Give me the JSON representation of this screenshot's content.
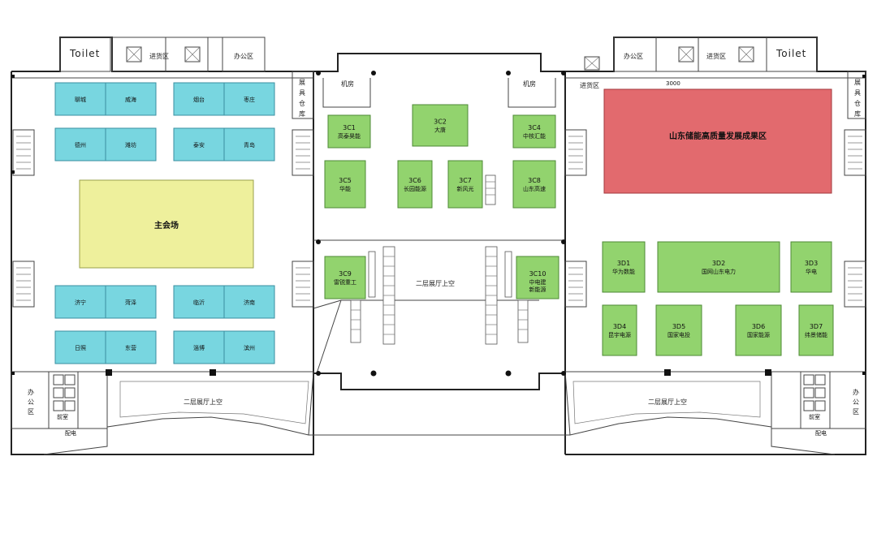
{
  "rooms": {
    "toilet_left": "Toilet",
    "toilet_right": "Toilet",
    "cargo_left": "进货区",
    "cargo_right_top": "进货区",
    "cargo_right": "进货区",
    "office_left_top": "办公区",
    "office_right_top": "办公区",
    "office_left_bottom": "办公区",
    "office_right_bottom": "办公区",
    "storage_left": "展具仓库",
    "storage_right": "展具仓库",
    "machine_left": "机房",
    "machine_right": "机房",
    "void_center": "二层展厅上空",
    "void_left": "二层展厅上空",
    "void_right": "二层展厅上空",
    "anteroom_left": "前室",
    "anteroom_right": "前室",
    "power_left": "配电",
    "power_right": "配电",
    "dimension": "3000"
  },
  "hall_west": {
    "main_venue": "主会场",
    "cities": [
      "聊城",
      "威海",
      "烟台",
      "枣庄",
      "德州",
      "潍坊",
      "泰安",
      "青岛",
      "济宁",
      "菏泽",
      "临沂",
      "济南",
      "日照",
      "东营",
      "淄博",
      "滨州"
    ]
  },
  "hall_center": {
    "booths": [
      {
        "code": "3C1",
        "name": "高泰昊能"
      },
      {
        "code": "3C2",
        "name": "大唐"
      },
      {
        "code": "3C4",
        "name": "中核汇能"
      },
      {
        "code": "3C5",
        "name": "华能"
      },
      {
        "code": "3C6",
        "name": "长园能源"
      },
      {
        "code": "3C7",
        "name": "新风光"
      },
      {
        "code": "3C8",
        "name": "山东高速"
      },
      {
        "code": "3C9",
        "name": "雷锐重工"
      },
      {
        "code": "3C10",
        "name": "中电建新能源"
      }
    ]
  },
  "hall_east": {
    "feature_zone": "山东储能高质量发展成果区",
    "booths": [
      {
        "code": "3D1",
        "name": "华为数能"
      },
      {
        "code": "3D2",
        "name": "国网山东电力"
      },
      {
        "code": "3D3",
        "name": "华电"
      },
      {
        "code": "3D4",
        "name": "昆宇电源"
      },
      {
        "code": "3D5",
        "name": "国家电投"
      },
      {
        "code": "3D6",
        "name": "国家能源"
      },
      {
        "code": "3D7",
        "name": "纬景储能"
      }
    ]
  },
  "colors": {
    "green": "#92d36e",
    "blue": "#78d6e0",
    "yellow": "#eef09c",
    "red": "#e26a6e"
  }
}
